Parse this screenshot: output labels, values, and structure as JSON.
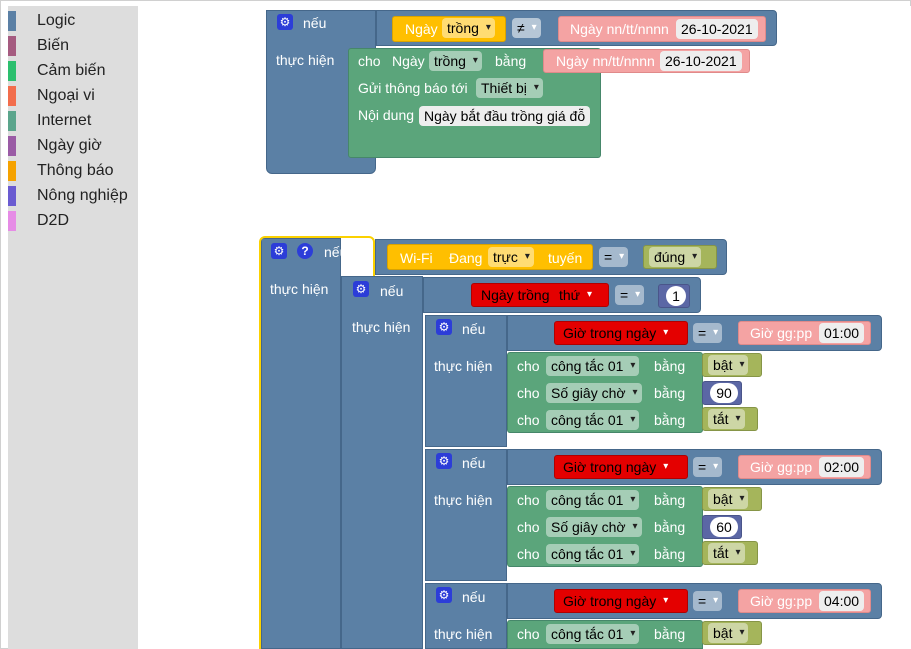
{
  "toolbox": {
    "categories": [
      {
        "label": "Logic",
        "color": "#5b80a5"
      },
      {
        "label": "Biến",
        "color": "#a55b80"
      },
      {
        "label": "Cảm biến",
        "color": "#2cbf6e"
      },
      {
        "label": "Ngoại vi",
        "color": "#f26d4c"
      },
      {
        "label": "Internet",
        "color": "#5ba58c"
      },
      {
        "label": "Ngày giờ",
        "color": "#9a5ba5"
      },
      {
        "label": "Thông báo",
        "color": "#f5a200"
      },
      {
        "label": "Nông nghiệp",
        "color": "#6a5bd1"
      },
      {
        "label": "D2D",
        "color": "#e68ce6"
      }
    ]
  },
  "b1": {
    "if_label": "nếu",
    "do_label": "thực hiện",
    "cond_var": "Ngày",
    "cond_var_dd": "trồng",
    "cond_op": "≠",
    "cond_date_label": "Ngày nn/tt/nnnn",
    "cond_date_val": "26-10-2021",
    "set_kw": "cho",
    "set_var": "Ngày",
    "set_var_dd": "trồng",
    "set_eq": "bằng",
    "set_date_label": "Ngày nn/tt/nnnn",
    "set_date_val": "26-10-2021",
    "notify_label": "Gửi thông báo tới",
    "notify_target": "Thiết bị",
    "content_label": "Nội dung",
    "content_val": "Ngày bắt đầu trồng giá đỗ"
  },
  "b2": {
    "if_label": "nếu",
    "do_label": "thực hiện",
    "wifi": "Wi-Fi",
    "wifi_state": "Đang",
    "wifi_dd": "trực",
    "wifi_tail": "tuyến",
    "eq": "=",
    "bool_val": "đúng",
    "inner": {
      "if_label": "nếu",
      "do_label": "thực hiện",
      "day_var": "Ngày trồng",
      "day_dd": "thứ",
      "eq": "=",
      "day_num": "1"
    },
    "time_blocks": [
      {
        "if_label": "nếu",
        "do_label": "thực hiện",
        "hour_label": "Giờ trong ngày",
        "eq": "=",
        "time_label": "Giờ gg:pp",
        "time_val": "01:00",
        "rows": [
          {
            "kw": "cho",
            "var": "công tắc 01",
            "eq": "bằng",
            "val": "bật",
            "type": "olive"
          },
          {
            "kw": "cho",
            "var": "Số giây chờ",
            "eq": "bằng",
            "val": "90",
            "type": "navy"
          },
          {
            "kw": "cho",
            "var": "công tắc 01",
            "eq": "bằng",
            "val": "tắt",
            "type": "olive"
          }
        ]
      },
      {
        "if_label": "nếu",
        "do_label": "thực hiện",
        "hour_label": "Giờ trong ngày",
        "eq": "=",
        "time_label": "Giờ gg:pp",
        "time_val": "02:00",
        "rows": [
          {
            "kw": "cho",
            "var": "công tắc 01",
            "eq": "bằng",
            "val": "bật",
            "type": "olive"
          },
          {
            "kw": "cho",
            "var": "Số giây chờ",
            "eq": "bằng",
            "val": "60",
            "type": "navy"
          },
          {
            "kw": "cho",
            "var": "công tắc 01",
            "eq": "bằng",
            "val": "tắt",
            "type": "olive"
          }
        ]
      },
      {
        "if_label": "nếu",
        "do_label": "thực hiện",
        "hour_label": "Giờ trong ngày",
        "eq": "=",
        "time_label": "Giờ gg:pp",
        "time_val": "04:00",
        "rows": [
          {
            "kw": "cho",
            "var": "công tắc 01",
            "eq": "bằng",
            "val": "bật",
            "type": "olive"
          }
        ]
      }
    ]
  }
}
